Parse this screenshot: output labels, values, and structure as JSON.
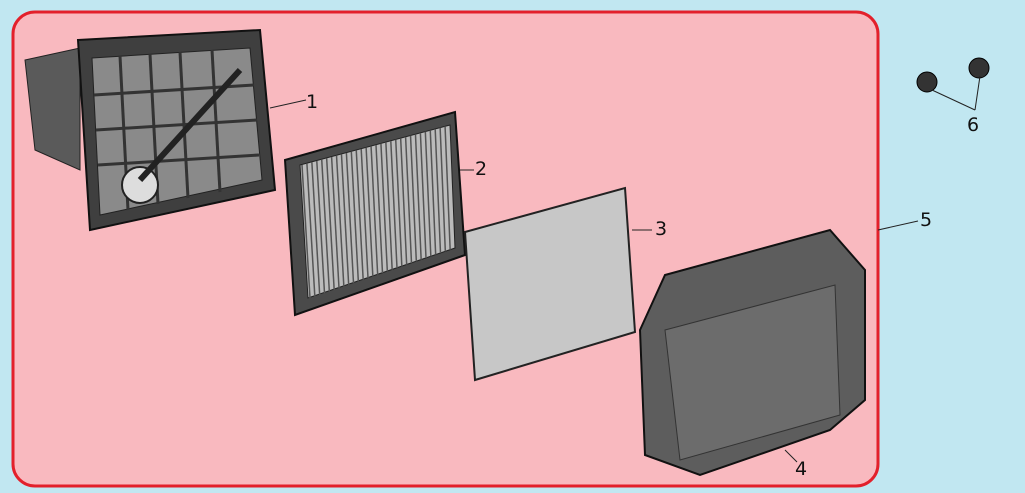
{
  "diagram": {
    "callouts": [
      {
        "id": "1",
        "label": "1",
        "part": "air-filter-base"
      },
      {
        "id": "2",
        "label": "2",
        "part": "pleated-air-filter"
      },
      {
        "id": "3",
        "label": "3",
        "part": "pre-filter-foam"
      },
      {
        "id": "4",
        "label": "4",
        "part": "air-filter-cover"
      },
      {
        "id": "5",
        "label": "5",
        "part": "air-filter-assembly"
      },
      {
        "id": "6",
        "label": "6",
        "part": "flange-nut"
      }
    ],
    "colors": {
      "background": "#c1e7f1",
      "assembly_fill": "#f9b9bf",
      "assembly_border": "#e3202b",
      "part_dark": "#555555"
    }
  }
}
